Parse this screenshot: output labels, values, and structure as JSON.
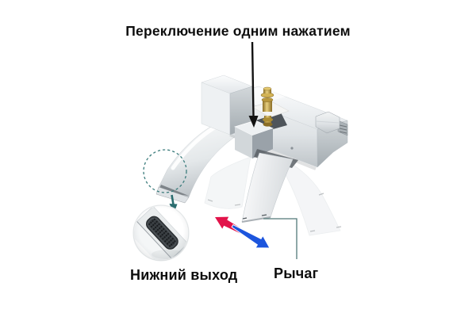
{
  "annotations": {
    "title": "Переключение одним нажатием",
    "bottom_outlet_label": "Нижний выход",
    "lever_label": "Рычаг"
  },
  "icons": {
    "press_target_arrow": "arrow-down-black",
    "spout_zoom_lens": "dashed-circle",
    "spout_zoom_arrow": "arrow-down-teal",
    "magnifier_bubble": "circle-inset-detail",
    "hot_water_arrow": "arrow-up-left-red",
    "cold_water_arrow": "arrow-down-right-blue",
    "lever_callout": "elbow-line"
  },
  "colors": {
    "background": "#ffffff",
    "text": "#0d0d0d",
    "arrow_black": "#121212",
    "zoom_teal": "#2a6d6f",
    "dashed_circle_teal": "#3d7d7d",
    "callout_line": "#517878",
    "hot_red": "#e2134a",
    "cold_blue": "#1c55dd",
    "brass_gold": "#c2a04a",
    "chrome_light": "#f4f6f7",
    "chrome_mid": "#c7cdd1",
    "chrome_dark": "#8e969c"
  }
}
